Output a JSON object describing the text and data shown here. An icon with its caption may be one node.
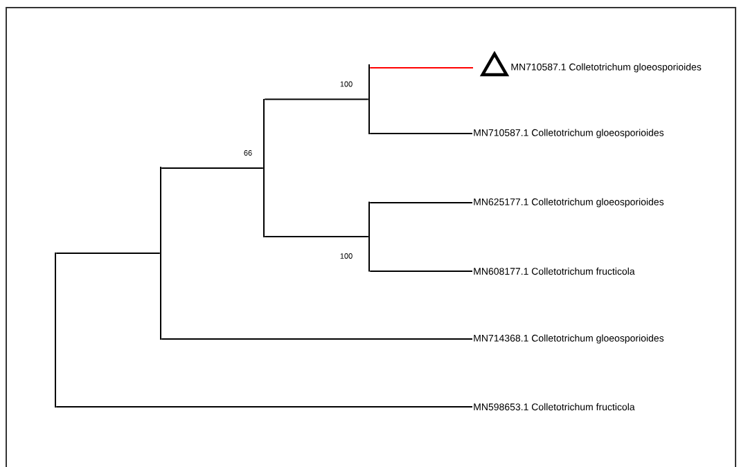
{
  "diagram": {
    "nodes": [
      {
        "text": [],
        "shape": "bar"
      },
      {
        "text": [],
        "shape": "bar"
      },
      {
        "text": [],
        "shape": "bar",
        "beside": [
          "66"
        ]
      },
      {
        "text": [],
        "shape": "bar",
        "beside": [
          "100"
        ]
      },
      {
        "text": [],
        "shape": "triangle",
        "beside": [
          "MN710587.1 Colletotrichum gloeosporioides"
        ]
      },
      {
        "text": [
          "MN710587.1 Colletotrichum gloeosporioides"
        ]
      },
      {
        "text": [],
        "shape": "bar",
        "beside": [
          "100"
        ]
      },
      {
        "text": [
          "MN625177.1 Colletotrichum gloeosporioides"
        ]
      },
      {
        "text": [
          "MN608177.1 Colletotrichum fructicola"
        ]
      },
      {
        "text": [
          "MN714368.1 Colletotrichum gloeosporioides"
        ]
      },
      {
        "text": [
          "MN598653.1 Colletotrichum fructicola"
        ]
      }
    ],
    "edges": [
      {
        "from": 0,
        "to": 1,
        "arrow": "none"
      },
      {
        "from": 0,
        "to": 10,
        "arrow": "none"
      },
      {
        "from": 1,
        "to": 2,
        "arrow": "none"
      },
      {
        "from": 1,
        "to": 9,
        "arrow": "none"
      },
      {
        "from": 2,
        "to": 3,
        "arrow": "none"
      },
      {
        "from": 2,
        "to": 6,
        "arrow": "none"
      },
      {
        "from": 3,
        "to": 4,
        "arrow": "none",
        "color": "#ff0000"
      },
      {
        "from": 3,
        "to": 5,
        "arrow": "none"
      },
      {
        "from": 6,
        "to": 7,
        "arrow": "none"
      },
      {
        "from": 6,
        "to": 8,
        "arrow": "none"
      }
    ]
  }
}
